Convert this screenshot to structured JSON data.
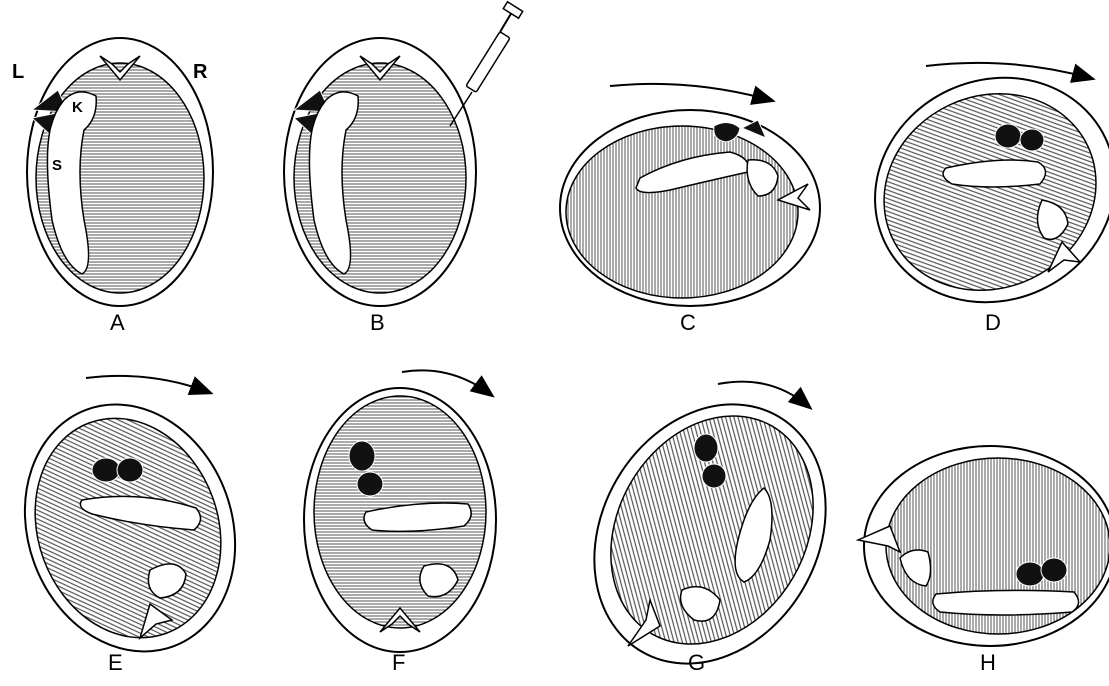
{
  "side_markers": {
    "left": "L",
    "right": "R"
  },
  "organ_labels": {
    "kidney": "K",
    "spine": "S"
  },
  "panels": [
    {
      "id": "A",
      "label": "A",
      "fill": "horizontal",
      "rotation_deg": 0,
      "kidneys": "stacked",
      "arrow": false,
      "syringe": false
    },
    {
      "id": "B",
      "label": "B",
      "fill": "horizontal",
      "rotation_deg": 0,
      "kidneys": "stacked",
      "arrow": false,
      "syringe": true
    },
    {
      "id": "C",
      "label": "C",
      "fill": "vertical",
      "rotation_deg": 90,
      "kidneys": "pair",
      "arrow": true,
      "syringe": false
    },
    {
      "id": "D",
      "label": "D",
      "fill": "diagonal",
      "rotation_deg": 135,
      "kidneys": "pair",
      "arrow": true,
      "syringe": false
    },
    {
      "id": "E",
      "label": "E",
      "fill": "diagonal",
      "rotation_deg": 160,
      "kidneys": "pair",
      "arrow": true,
      "syringe": false
    },
    {
      "id": "F",
      "label": "F",
      "fill": "horizontal",
      "rotation_deg": 180,
      "kidneys": "stacked",
      "arrow": true,
      "syringe": false
    },
    {
      "id": "G",
      "label": "G",
      "fill": "diagonal",
      "rotation_deg": 215,
      "kidneys": "stacked",
      "arrow": true,
      "syringe": false
    },
    {
      "id": "H",
      "label": "H",
      "fill": "vertical",
      "rotation_deg": 270,
      "kidneys": "pair",
      "arrow": false,
      "syringe": false
    }
  ]
}
